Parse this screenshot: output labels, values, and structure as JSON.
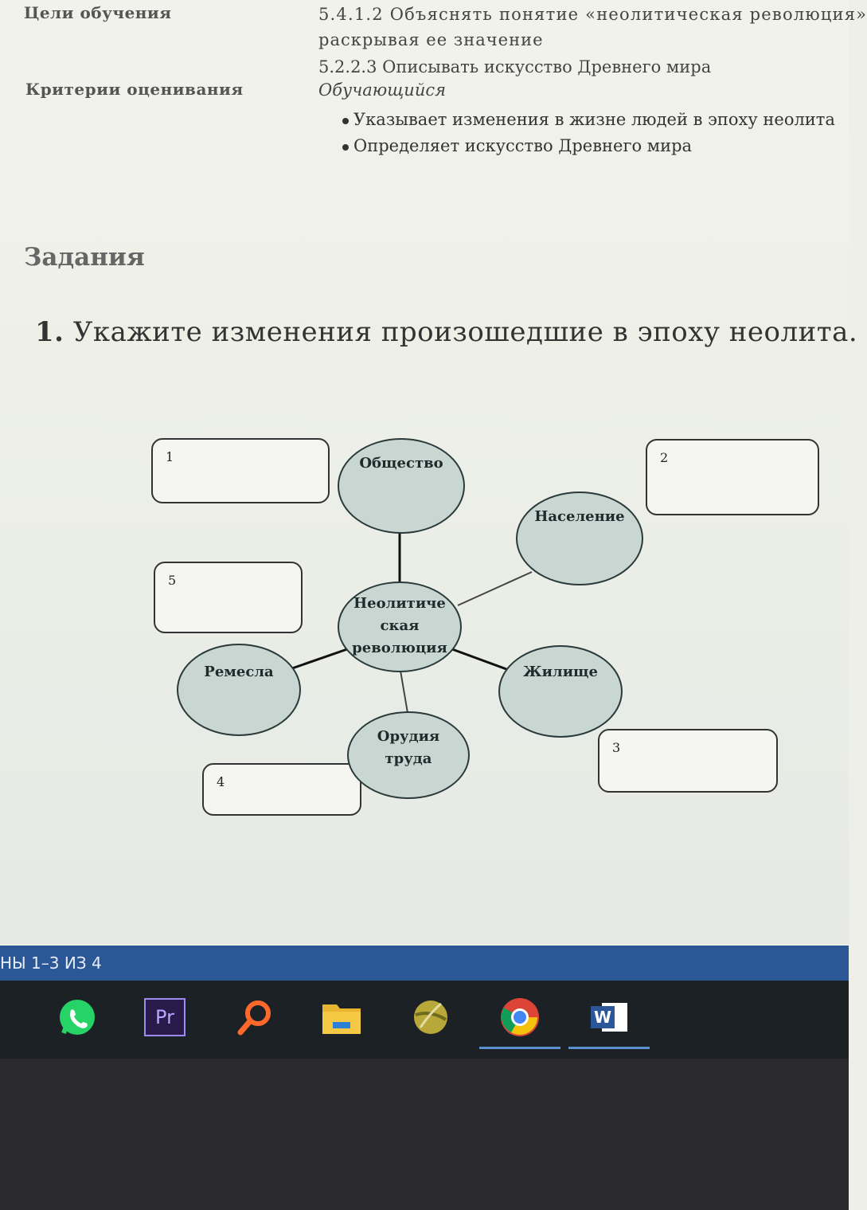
{
  "header": {
    "goals_label": "Цели обучения",
    "goal_1": "5.4.1.2 Объяснять понятие «неолитическая революция»",
    "goal_1_cont": "раскрывая ее значение",
    "goal_2": "5.2.2.3 Описывать искусство Древнего мира",
    "criteria_label": "Критерии оценивания",
    "learner": "Обучающийся",
    "criteria": [
      "Указывает изменения в жизне людей в эпоху неолита",
      "Определяет искусство Древнего мира"
    ]
  },
  "section_title": "Задания",
  "task": {
    "number": "1.",
    "text": "Укажите изменения произошедшие в эпоху неолита."
  },
  "diagram": {
    "center": [
      "Неолитиче",
      "ская",
      "революция"
    ],
    "nodes": {
      "society": "Общество",
      "population": "Население",
      "dwelling": "Жилище",
      "tools": [
        "Орудия",
        "труда"
      ],
      "crafts": "Ремесла"
    },
    "answer_boxes": [
      "1",
      "2",
      "3",
      "4",
      "5"
    ]
  },
  "status_bar": {
    "pages": "НЫ 1–3 ИЗ 4"
  },
  "taskbar": {
    "icons": [
      "whatsapp-icon",
      "premiere-pro-icon",
      "search-icon",
      "file-explorer-icon",
      "browser-ball-icon",
      "chrome-icon",
      "word-icon"
    ],
    "premiere_label": "Pr",
    "word_label": "W"
  },
  "colors": {
    "node_fill": "#c9d7d3",
    "status_bar": "#2b5797",
    "taskbar": "#1c2126",
    "active_underline": "#5c8fd1"
  }
}
